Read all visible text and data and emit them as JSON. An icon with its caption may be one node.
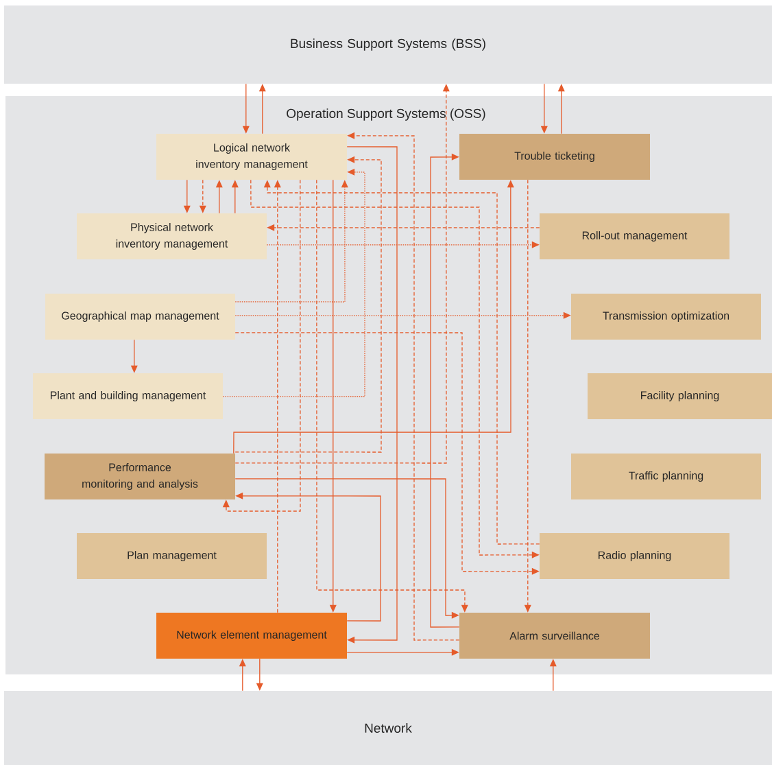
{
  "diagram": {
    "nodes": [
      {
        "text": [
          "Business Support Systems (BSS)"
        ]
      },
      {
        "text": [
          "Operation Support Systems (OSS)"
        ]
      },
      {
        "text": [
          "Logical network inventory management"
        ],
        "in": 1
      },
      {
        "text": [
          "Trouble ticketing"
        ],
        "in": 1
      },
      {
        "text": [
          "Physical network inventory management"
        ],
        "in": 1
      },
      {
        "text": [
          "Roll-out management"
        ],
        "in": 1
      },
      {
        "text": [
          "Geographical map management"
        ],
        "in": 1
      },
      {
        "text": [
          "Transmission optimization"
        ],
        "in": 1
      },
      {
        "text": [
          "Plant and building management"
        ],
        "in": 1
      },
      {
        "text": [
          "Facility planning"
        ],
        "in": 1
      },
      {
        "text": [
          "Performance monitoring and analysis"
        ],
        "in": 1
      },
      {
        "text": [
          "Traffic planning"
        ],
        "in": 1
      },
      {
        "text": [
          "Plan management"
        ],
        "in": 1
      },
      {
        "text": [
          "Radio planning"
        ],
        "in": 1
      },
      {
        "text": [
          "Network element management"
        ],
        "in": 1
      },
      {
        "text": [
          "Alarm surveillance"
        ],
        "in": 1
      },
      {
        "text": [
          "Network"
        ]
      }
    ],
    "edges": [
      {
        "from": 0,
        "to": 2,
        "arrow": "to"
      },
      {
        "from": 2,
        "to": 0,
        "arrow": "to"
      },
      {
        "from": 0,
        "to": 3,
        "arrow": "to"
      },
      {
        "from": 3,
        "to": 0,
        "arrow": "to"
      },
      {
        "from": 10,
        "to": 0,
        "arrow": "to",
        "style": "dashed"
      },
      {
        "from": 2,
        "to": 4,
        "arrow": "to"
      },
      {
        "from": 2,
        "to": 4,
        "arrow": "to",
        "style": "dashed"
      },
      {
        "from": 4,
        "to": 2,
        "arrow": "to"
      },
      {
        "from": 4,
        "to": 2,
        "arrow": "to"
      },
      {
        "from": 6,
        "to": 8,
        "arrow": "to"
      },
      {
        "from": 2,
        "to": 14,
        "arrow": "to"
      },
      {
        "from": 2,
        "to": 14,
        "arrow": "to"
      },
      {
        "from": 15,
        "to": 2,
        "arrow": "to",
        "style": "dashed"
      },
      {
        "from": 10,
        "to": 2,
        "arrow": "to",
        "style": "dashed"
      },
      {
        "from": 8,
        "to": 2,
        "arrow": "to",
        "style": "dashed"
      },
      {
        "from": 6,
        "to": 2,
        "arrow": "to",
        "style": "dashed"
      },
      {
        "from": 13,
        "to": 2,
        "arrow": "to",
        "style": "dashed"
      },
      {
        "from": 14,
        "to": 2,
        "arrow": "to",
        "style": "dashed"
      },
      {
        "from": 2,
        "to": 13,
        "arrow": "to",
        "style": "dashed"
      },
      {
        "from": 5,
        "to": 4,
        "arrow": "to",
        "style": "dashed"
      },
      {
        "from": 4,
        "to": 5,
        "arrow": "to",
        "style": "dashed"
      },
      {
        "from": 6,
        "to": 7,
        "arrow": "to",
        "style": "dashed"
      },
      {
        "from": 6,
        "to": 13,
        "arrow": "to",
        "style": "dashed"
      },
      {
        "from": 10,
        "to": 3,
        "arrow": "to"
      },
      {
        "from": 10,
        "to": 15,
        "arrow": "to"
      },
      {
        "from": 14,
        "to": 10,
        "arrow": "to"
      },
      {
        "from": 2,
        "to": 10,
        "arrow": "to",
        "style": "dashed"
      },
      {
        "from": 2,
        "to": 15,
        "arrow": "to",
        "style": "dashed"
      },
      {
        "from": 14,
        "to": 15,
        "arrow": "to"
      },
      {
        "from": 15,
        "to": 3,
        "arrow": "to"
      },
      {
        "from": 3,
        "to": 15,
        "arrow": "to",
        "style": "dashed"
      },
      {
        "from": 16,
        "to": 14,
        "arrow": "to"
      },
      {
        "from": 14,
        "to": 16,
        "arrow": "to"
      },
      {
        "from": 16,
        "to": 15,
        "arrow": "to"
      }
    ]
  }
}
